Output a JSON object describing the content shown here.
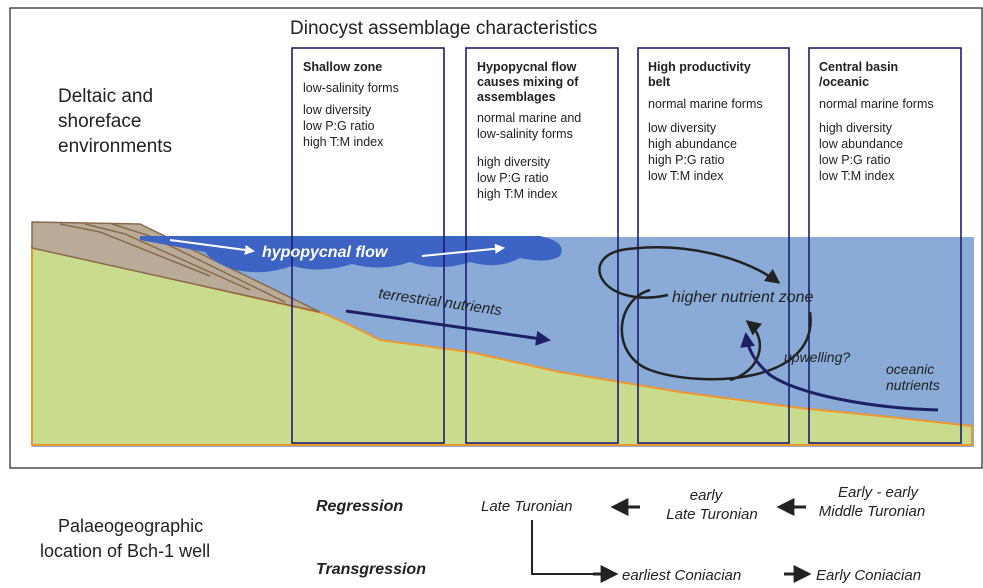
{
  "header": {
    "title": "Dinocyst  assemblage characteristics"
  },
  "environment_label": [
    "Deltaic and",
    "shoreface",
    "environments"
  ],
  "zones": [
    {
      "title": [
        "Shallow zone"
      ],
      "lines": [
        [
          "low-salinity forms"
        ],
        [
          "low diversity",
          "low P:G ratio",
          "high T:M index"
        ]
      ]
    },
    {
      "title": [
        "Hypopycnal flow",
        "causes mixing of",
        "assemblages"
      ],
      "lines": [
        [
          "normal marine and",
          "low-salinity forms"
        ],
        [
          "high diversity",
          "low P:G ratio",
          "high T:M index"
        ]
      ]
    },
    {
      "title": [
        "High productivity",
        "belt"
      ],
      "lines": [
        [
          "normal marine forms"
        ],
        [
          "low diversity",
          "high abundance",
          "high P:G ratio",
          "low T:M index"
        ]
      ]
    },
    {
      "title": [
        "Central basin",
        "/oceanic"
      ],
      "lines": [
        [
          "normal marine forms"
        ],
        [
          "high diversity",
          "low abundance",
          "low P:G ratio",
          "low T:M index"
        ]
      ]
    }
  ],
  "labels": {
    "hypopycnal_flow": "hypopycnal flow",
    "terrestrial_nutrients": "terrestrial nutrients",
    "higher_nutrient_zone": "higher nutrient zone",
    "upwelling": "upwelling?",
    "oceanic_nutrients": [
      "oceanic",
      "nutrients"
    ]
  },
  "footer": {
    "location_label": [
      "Palaeogeographic",
      "location of Bch-1 well"
    ],
    "regression": "Regression",
    "transgression": "Transgression",
    "late_turonian": "Late Turonian",
    "early_late_turonian": [
      "early",
      "Late Turonian"
    ],
    "early_middle_turonian": [
      "Early - early",
      "Middle Turonian"
    ],
    "earliest_coniacian": "earliest Coniacian",
    "early_coniacian": "Early Coniacian"
  },
  "colors": {
    "sea": "#8aaad8",
    "surface_plume": "#3d64c4",
    "land": "#c9dc8e",
    "coast_outline": "#f0962e",
    "shoreface_wedge": "#b9ab98",
    "box_border": "#1d1d6e",
    "dark_arrow": "#1f1f66"
  }
}
